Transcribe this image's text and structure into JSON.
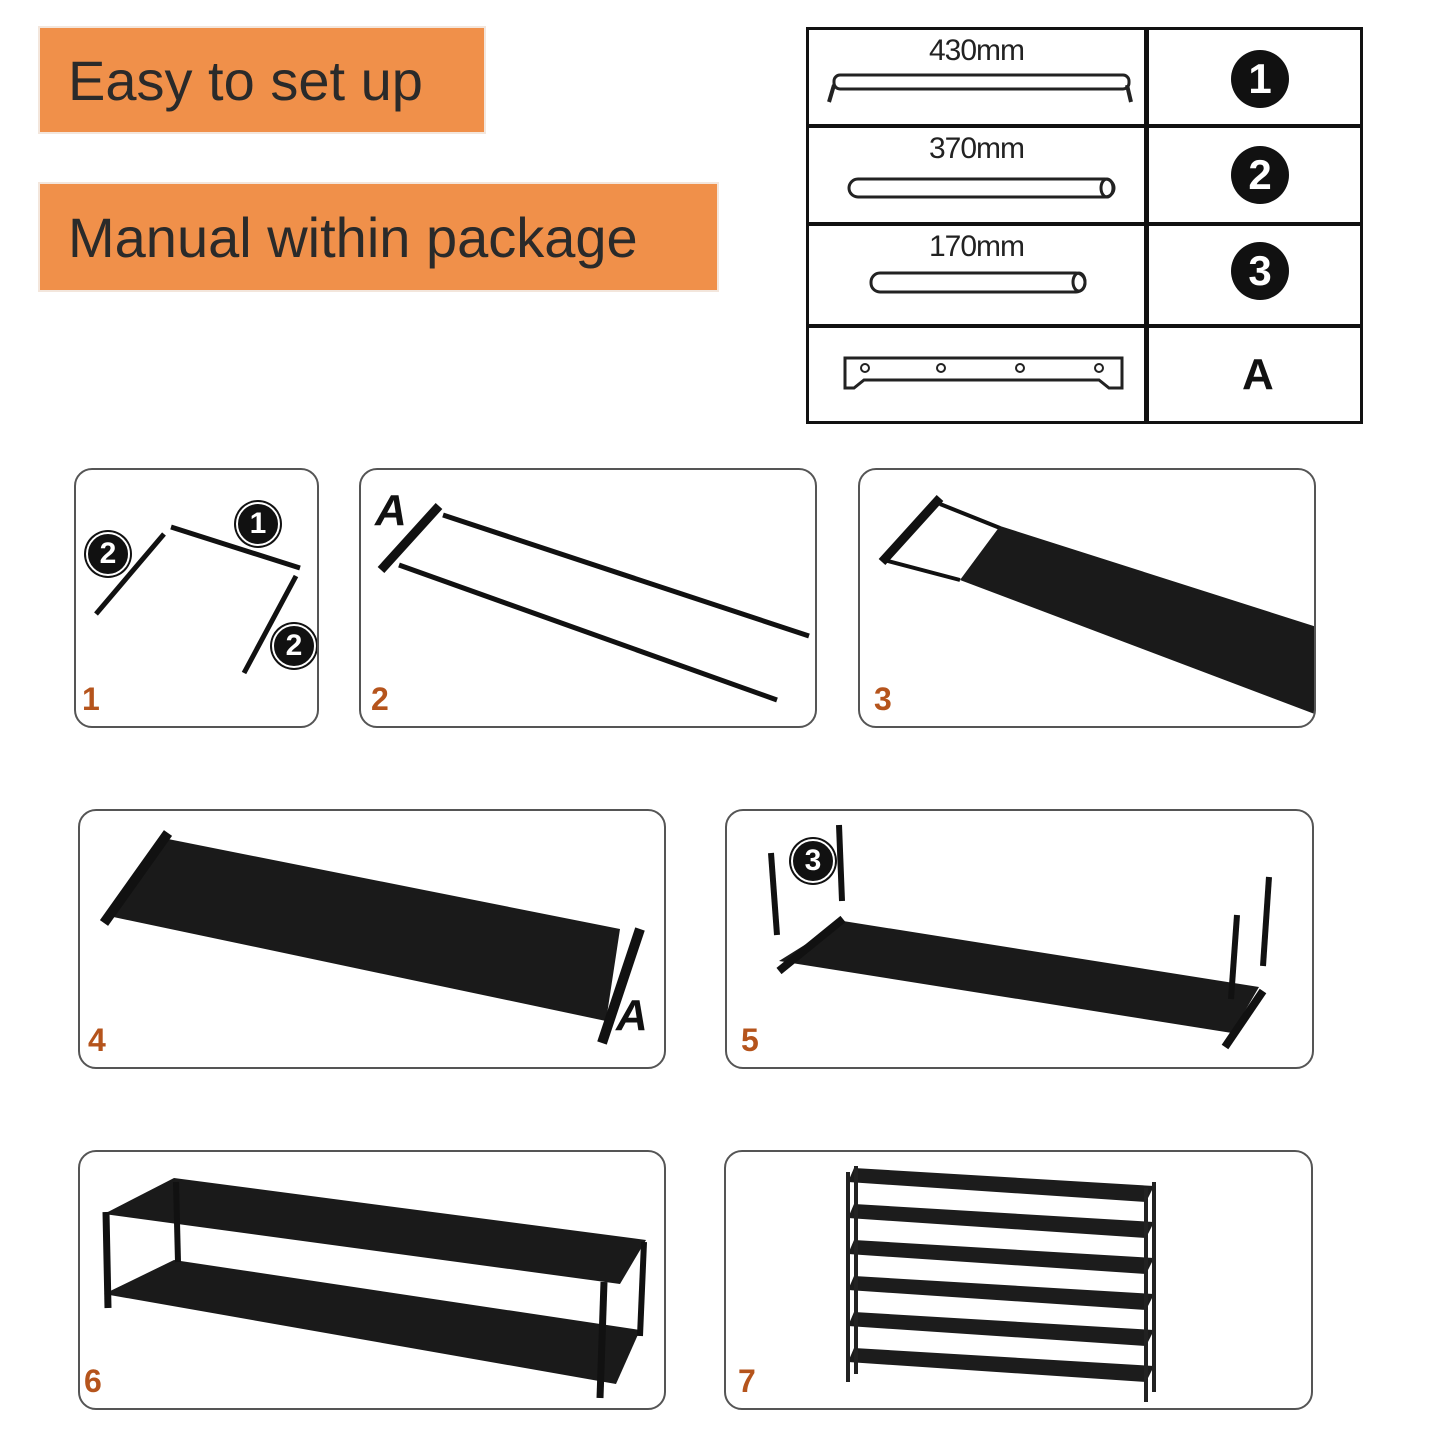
{
  "banners": {
    "easy_setup": "Easy to set up",
    "manual": "Manual within package"
  },
  "colors": {
    "banner": "#F0904A",
    "step_number": "#B5541C"
  },
  "parts_table": [
    {
      "dimension": "430mm",
      "label": "1",
      "icon": "long-bar-with-hooks"
    },
    {
      "dimension": "370mm",
      "label": "2",
      "icon": "tube"
    },
    {
      "dimension": "170mm",
      "label": "3",
      "icon": "short-tube"
    },
    {
      "dimension": "",
      "label": "A",
      "icon": "connector-bracket"
    }
  ],
  "steps": [
    {
      "number": "1",
      "callouts": [
        "2",
        "1",
        "2"
      ]
    },
    {
      "number": "2",
      "callouts": [
        "A"
      ]
    },
    {
      "number": "3",
      "callouts": []
    },
    {
      "number": "4",
      "callouts": [
        "A"
      ]
    },
    {
      "number": "5",
      "callouts": [
        "3"
      ]
    },
    {
      "number": "6",
      "callouts": []
    },
    {
      "number": "7",
      "callouts": []
    }
  ]
}
